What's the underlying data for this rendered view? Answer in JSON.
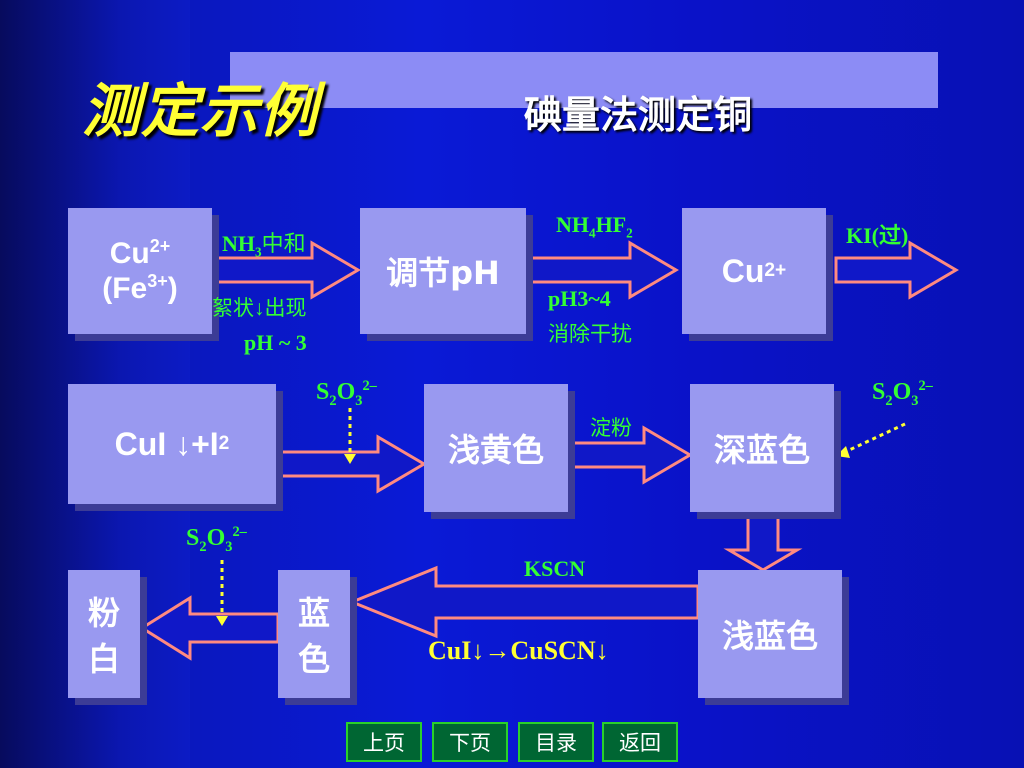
{
  "header": {
    "title": "测定示例",
    "subtitle": "碘量法测定铜"
  },
  "boxes": {
    "cu_fe": {
      "line1": "Cu",
      "line1_sup": "2+",
      "line2_a": "(Fe",
      "line2_sup": "3+",
      "line2_b": ")"
    },
    "adjust_ph": "调节pH",
    "cu2": {
      "base": "Cu",
      "sup": "2+"
    },
    "cui_i2": {
      "a": "CuI ↓+I",
      "sub": "2"
    },
    "light_yellow": "浅黄色",
    "deep_blue": "深蓝色",
    "light_blue": "浅蓝色",
    "blue": {
      "c1": "蓝",
      "c2": "色"
    },
    "pinkish_white": {
      "c1": "粉",
      "c2": "白"
    }
  },
  "labels": {
    "nh3": {
      "a": "NH",
      "sub": "3",
      "b": "中和"
    },
    "floc": "絮状↓出现",
    "ph3": "pH ~ 3",
    "nh4hf2": {
      "a": "NH",
      "sub1": "4",
      "b": "HF",
      "sub2": "2"
    },
    "ph34": "pH3~4",
    "eliminate": "消除干扰",
    "ki": "KI(过)",
    "thio": {
      "a": "S",
      "sub1": "2",
      "b": "O",
      "sub2": "3",
      "sup": "2–"
    },
    "starch": "淀粉",
    "kscn": "KSCN",
    "cuscn": "CuI↓→CuSCN↓"
  },
  "nav": {
    "prev": "上页",
    "next": "下页",
    "toc": "目录",
    "back": "返回"
  },
  "colors": {
    "box_fill": "#9999f0",
    "arrow_stroke": "#ff8a80",
    "label_green": "#33ff33",
    "title_yellow": "#ffff33",
    "nav_green": "#006633"
  }
}
